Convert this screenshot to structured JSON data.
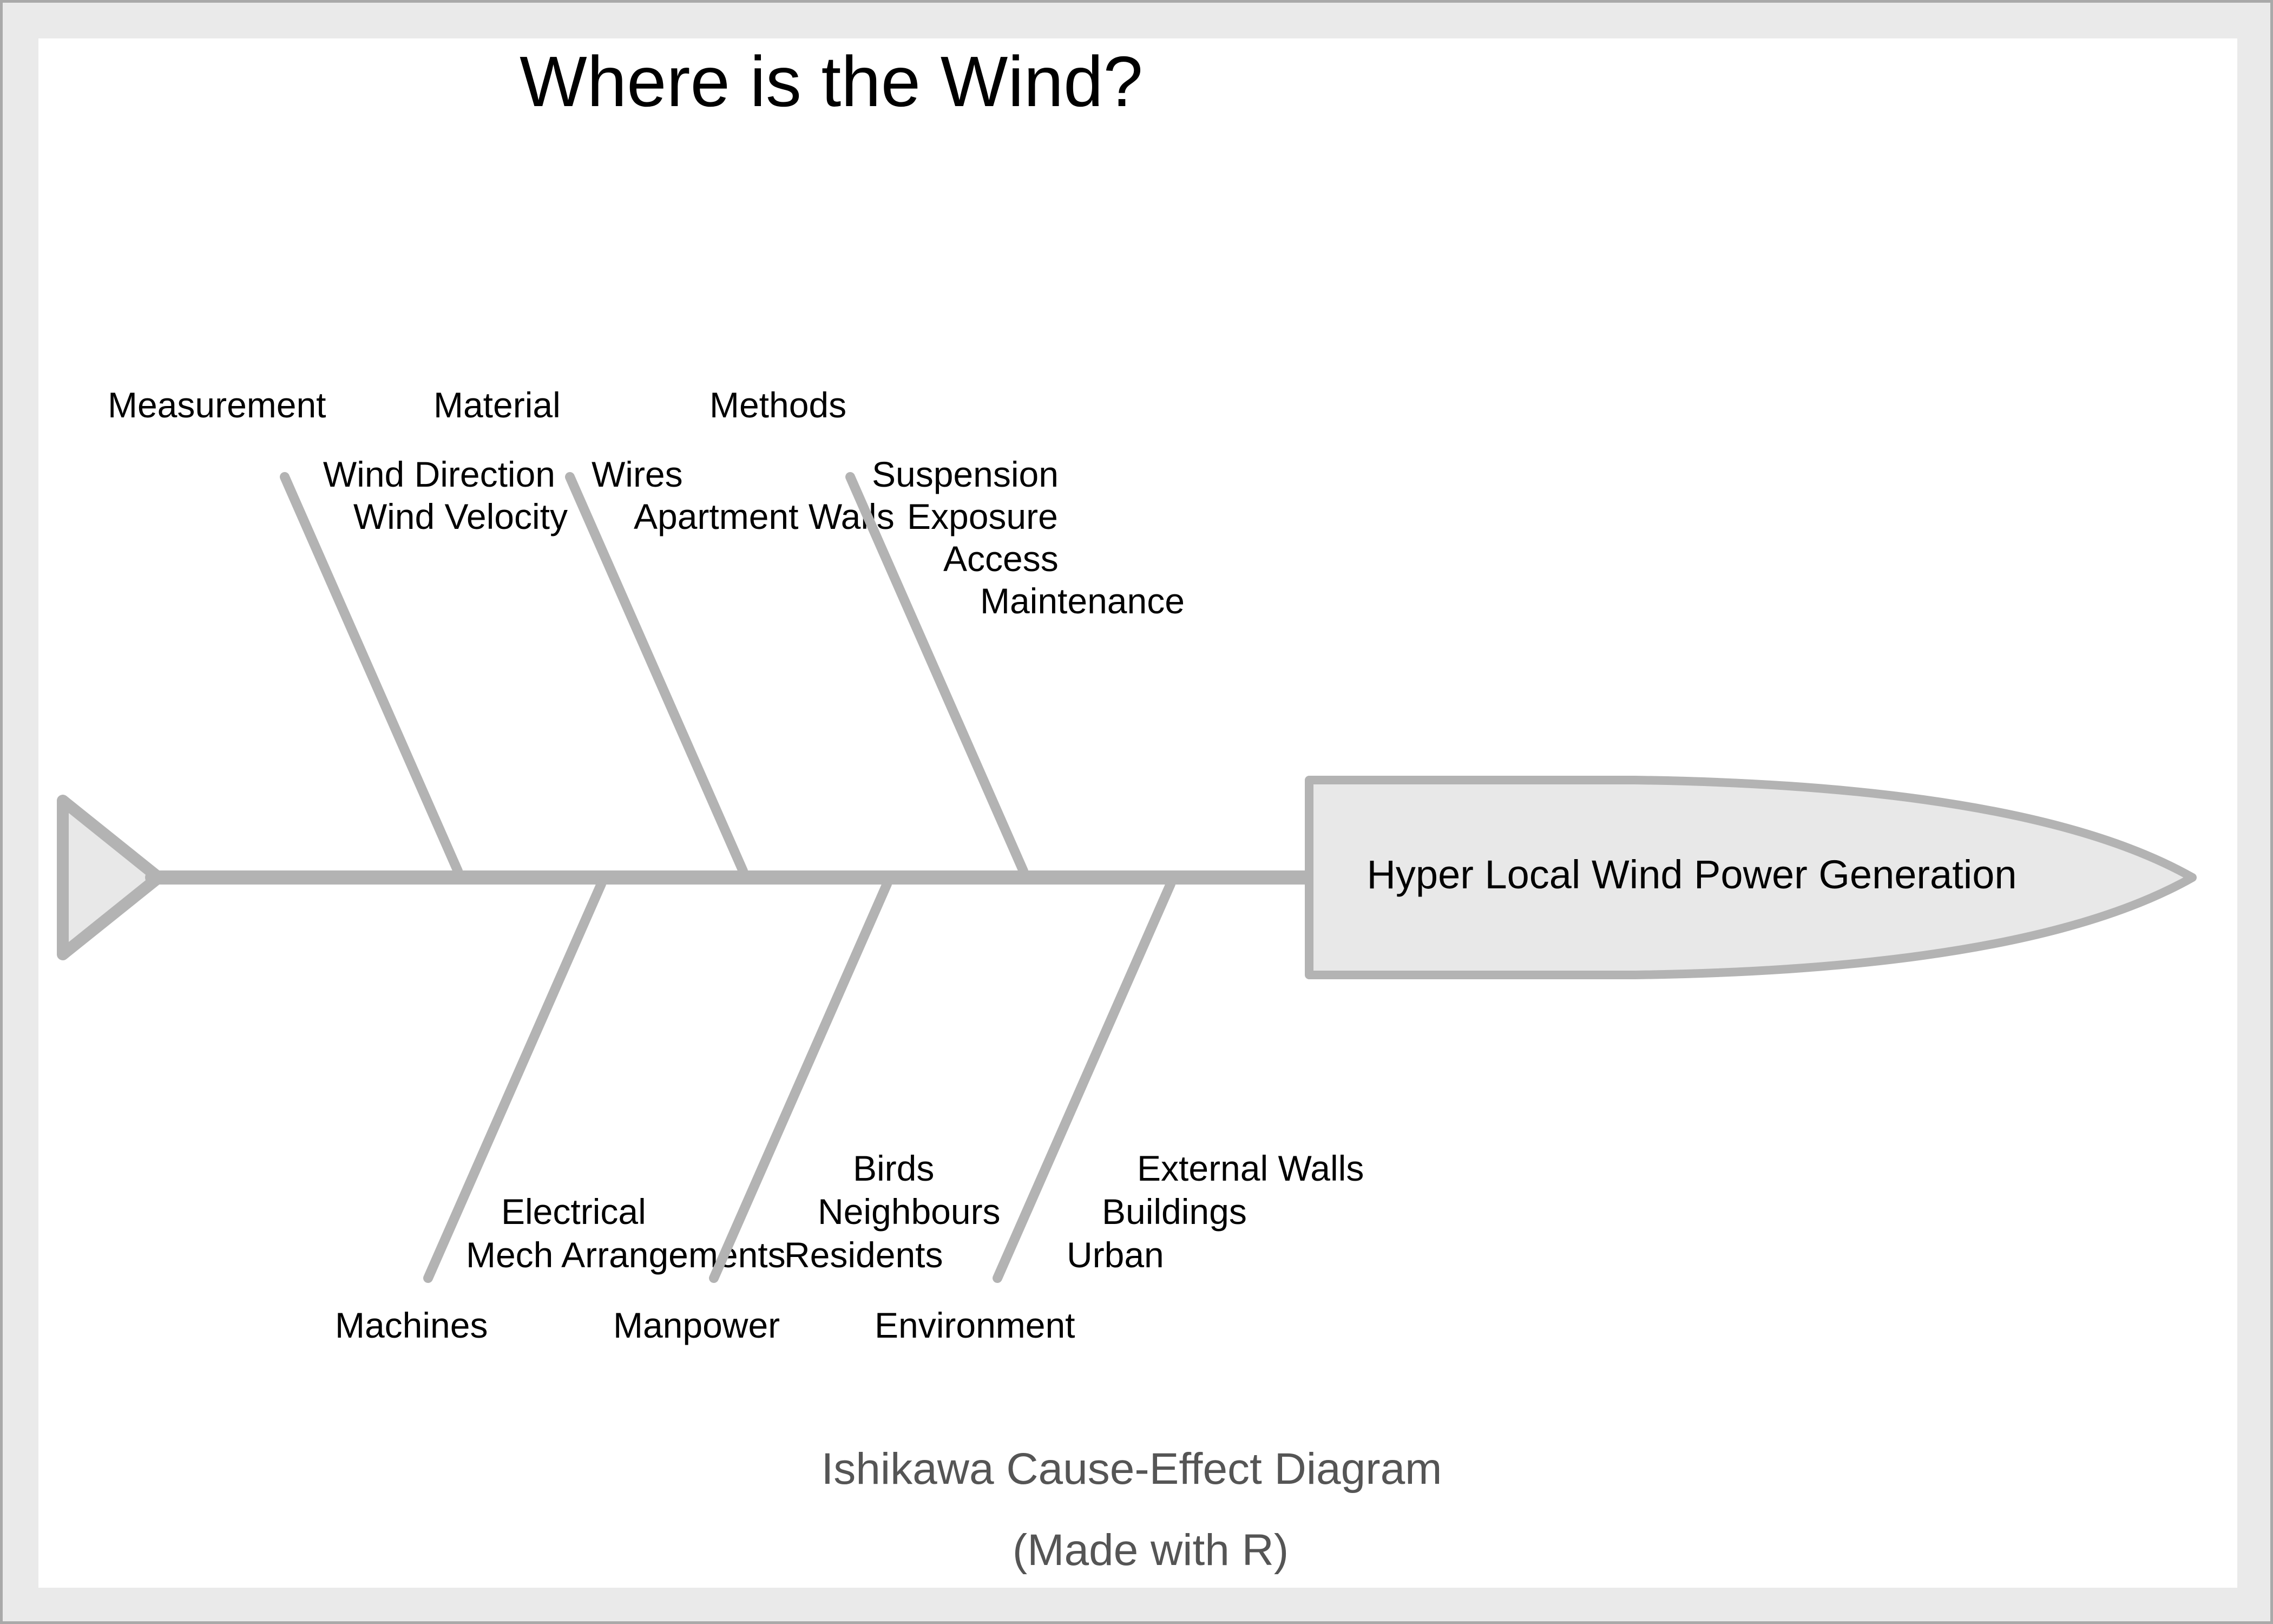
{
  "title": "Where is the Wind?",
  "effect": {
    "label": "Hyper Local Wind Power Generation"
  },
  "footer": {
    "line1": "Ishikawa Cause-Effect Diagram",
    "line2": "(Made with R)"
  },
  "colors": {
    "bone": "#b3b3b3",
    "fill": "#e8e8e8",
    "frame": "#a9a9a9",
    "panel": "#eaeaea",
    "plot": "#ffffff",
    "text": "#000000",
    "footer_text": "#555555"
  },
  "branches": {
    "top": [
      {
        "name": "Measurement",
        "causes": [
          "Wind Direction",
          "Wind Velocity"
        ]
      },
      {
        "name": "Material",
        "causes": [
          "Wires",
          "Apartment Walls"
        ]
      },
      {
        "name": "Methods",
        "causes": [
          "Suspension",
          "Exposure",
          "Access",
          "Maintenance"
        ]
      }
    ],
    "bottom": [
      {
        "name": "Machines",
        "causes": [
          "Electrical",
          "Mech Arrangements"
        ]
      },
      {
        "name": "Manpower",
        "causes": [
          "Birds",
          "Neighbours",
          "Residents"
        ]
      },
      {
        "name": "Environment",
        "causes": [
          "External Walls",
          "Buildings",
          "Urban"
        ]
      }
    ]
  },
  "chart_data": {
    "type": "diagram",
    "diagram_type": "ishikawa-cause-effect-fishbone",
    "title": "Where is the Wind?",
    "effect": "Hyper Local Wind Power Generation",
    "categories": [
      {
        "name": "Measurement",
        "side": "top",
        "causes": [
          "Wind Direction",
          "Wind Velocity"
        ]
      },
      {
        "name": "Material",
        "side": "top",
        "causes": [
          "Wires",
          "Apartment Walls"
        ]
      },
      {
        "name": "Methods",
        "side": "top",
        "causes": [
          "Suspension",
          "Exposure",
          "Access",
          "Maintenance"
        ]
      },
      {
        "name": "Machines",
        "side": "bottom",
        "causes": [
          "Electrical",
          "Mech Arrangements"
        ]
      },
      {
        "name": "Manpower",
        "side": "bottom",
        "causes": [
          "Birds",
          "Neighbours",
          "Residents"
        ]
      },
      {
        "name": "Environment",
        "side": "bottom",
        "causes": [
          "External Walls",
          "Buildings",
          "Urban"
        ]
      }
    ],
    "caption": "Ishikawa Cause-Effect Diagram (Made with R)"
  }
}
